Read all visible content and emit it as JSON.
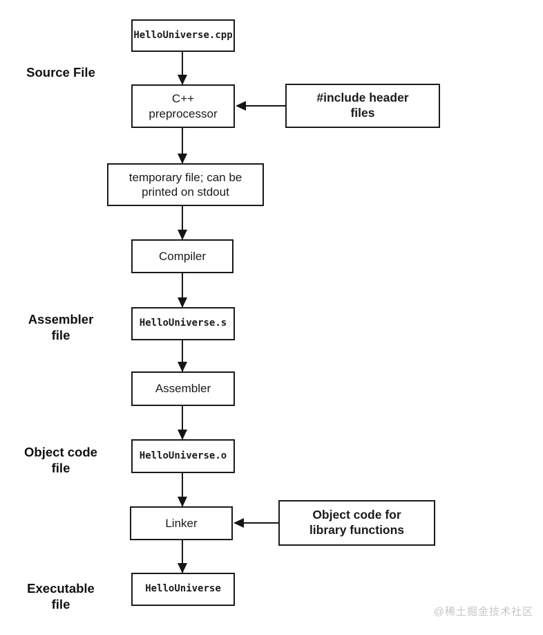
{
  "colors": {
    "background": "#ffffff",
    "line": "#151515",
    "box_border": "#1a1a1a",
    "text": "#1a1a1a",
    "watermark": "#c5c5c5"
  },
  "stage_labels": {
    "source_file": "Source File",
    "assembler_file": "Assembler\nfile",
    "object_code_file": "Object code\nfile",
    "executable_file": "Executable\nfile"
  },
  "nodes": {
    "source_cpp": "HelloUniverse.cpp",
    "preprocessor": "C++\npreprocessor",
    "include_headers": "#include header\nfiles",
    "temp_file": "temporary file; can be\nprinted on stdout",
    "compiler": "Compiler",
    "assembler_output": "HelloUniverse.s",
    "assembler": "Assembler",
    "object_file": "HelloUniverse.o",
    "linker": "Linker",
    "library_objects": "Object code for\nlibrary functions",
    "executable": "HelloUniverse"
  },
  "watermark": "@稀土掘金技术社区"
}
